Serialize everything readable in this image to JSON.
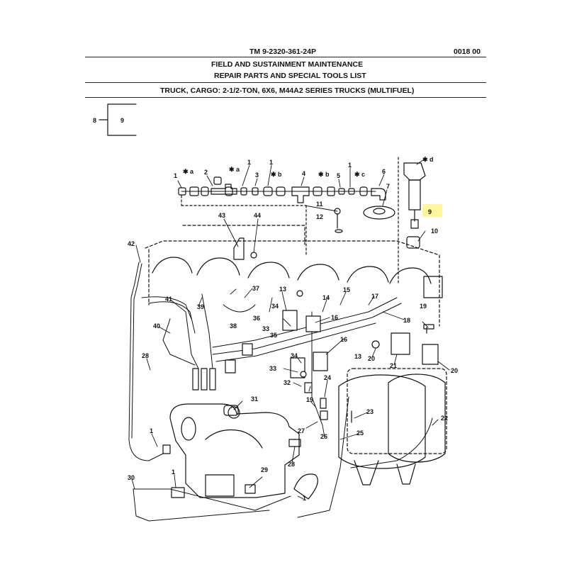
{
  "header": {
    "doc_number": "TM 9-2320-361-24P",
    "wp_number": "0018 00",
    "line1": "FIELD AND SUSTAINMENT MAINTENANCE",
    "line2": "REPAIR PARTS AND SPECIAL TOOLS LIST",
    "line3": "TRUCK, CARGO: 2-1/2-TON, 6X6, M44A2 SERIES TRUCKS (MULTIFUEL)"
  },
  "locator": {
    "parent": "8",
    "child": "9"
  },
  "highlight": {
    "item": "9",
    "color": "#fff59a"
  },
  "callouts": {
    "c1a": "1",
    "c1b": "1",
    "c1c": "1",
    "c1d": "1",
    "c1e": "1",
    "c1f": "1",
    "c1g": "1",
    "c2": "2",
    "c3": "3",
    "c4": "4",
    "c5": "5",
    "c6": "6",
    "c7": "7",
    "c9": "9",
    "c10": "10",
    "c11": "11",
    "c12": "12",
    "c13a": "13",
    "c13b": "13",
    "c14": "14",
    "c15": "15",
    "c16a": "16",
    "c16b": "16",
    "c17": "17",
    "c18": "18",
    "c19a": "19",
    "c19b": "19",
    "c20a": "20",
    "c20b": "20",
    "c21": "21",
    "c22": "22",
    "c23": "23",
    "c24": "24",
    "c25": "25",
    "c26": "26",
    "c27": "27",
    "c28a": "28",
    "c28b": "28",
    "c29": "29",
    "c30": "30",
    "c31": "31",
    "c32": "32",
    "c33a": "33",
    "c33b": "33",
    "c34a": "34",
    "c34b": "34",
    "c35": "35",
    "c36": "36",
    "c37": "37",
    "c38": "38",
    "c39": "39",
    "c40": "40",
    "c41": "41",
    "c42": "42",
    "c43": "43",
    "c44": "44",
    "sa1": "✱ a",
    "sa2": "✱ a",
    "sb1": "✱ b",
    "sb2": "✱ b",
    "sc": "✱ c",
    "sd": "✱ d"
  }
}
